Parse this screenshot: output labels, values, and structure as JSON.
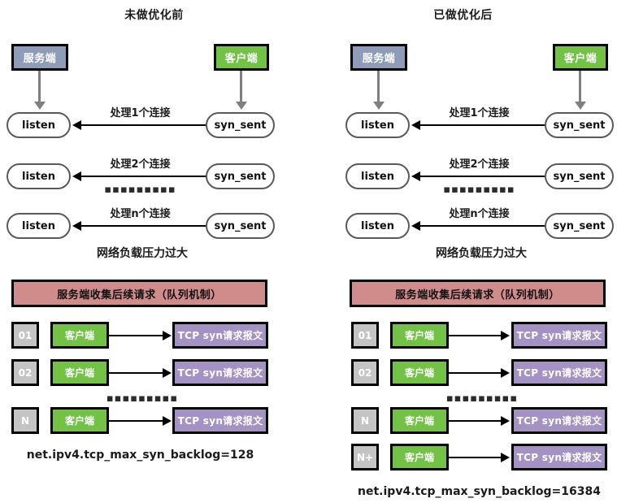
{
  "panels": [
    {
      "id": "before",
      "title": "未做优化前",
      "server_label": "服务端",
      "client_label": "客户端",
      "listen_label": "listen",
      "syn_sent_label": "syn_sent",
      "flows": [
        {
          "label": "处理1个连接"
        },
        {
          "label": "处理2个连接"
        },
        {
          "label": "处理n个连接"
        }
      ],
      "flow_ellipsis": "▪▪▪▪▪▪▪▪▪",
      "pressure_label": "网络负载压力过大",
      "queue_header": "服务端收集后续请求（队列机制）",
      "queue_rows": [
        {
          "index": "01",
          "client": "客户端",
          "packet": "TCP syn请求报文"
        },
        {
          "index": "02",
          "client": "客户端",
          "packet": "TCP syn请求报文"
        },
        {
          "index": "N",
          "client": "客户端",
          "packet": "TCP syn请求报文"
        }
      ],
      "queue_ellipsis": "▪▪▪▪▪▪▪▪▪",
      "backlog_label": "net.ipv4.tcp_max_syn_backlog=128"
    },
    {
      "id": "after",
      "title": "已做优化后",
      "server_label": "服务端",
      "client_label": "客户端",
      "listen_label": "listen",
      "syn_sent_label": "syn_sent",
      "flows": [
        {
          "label": "处理1个连接"
        },
        {
          "label": "处理2个连接"
        },
        {
          "label": "处理n个连接"
        }
      ],
      "flow_ellipsis": "▪▪▪▪▪▪▪▪▪",
      "pressure_label": "网络负载压力过大",
      "queue_header": "服务端收集后续请求（队列机制）",
      "queue_rows": [
        {
          "index": "01",
          "client": "客户端",
          "packet": "TCP syn请求报文"
        },
        {
          "index": "02",
          "client": "客户端",
          "packet": "TCP syn请求报文"
        },
        {
          "index": "N",
          "client": "客户端",
          "packet": "TCP syn请求报文"
        },
        {
          "index": "N+",
          "client": "客户端",
          "packet": "TCP syn请求报文"
        }
      ],
      "queue_ellipsis": "▪▪▪▪▪▪▪▪▪",
      "backlog_label": "net.ipv4.tcp_max_syn_backlog=16384"
    }
  ],
  "colors": {
    "server_fill": "#8d9cb8",
    "client_fill": "#71c245",
    "queue_header_fill": "#d08b8b",
    "index_fill": "#c4c4c4",
    "packet_fill": "#a492c4",
    "connector_gray": "#7f7f7f",
    "connector_black": "#000000",
    "outline": "#000000",
    "pill_outline": "#595959"
  }
}
